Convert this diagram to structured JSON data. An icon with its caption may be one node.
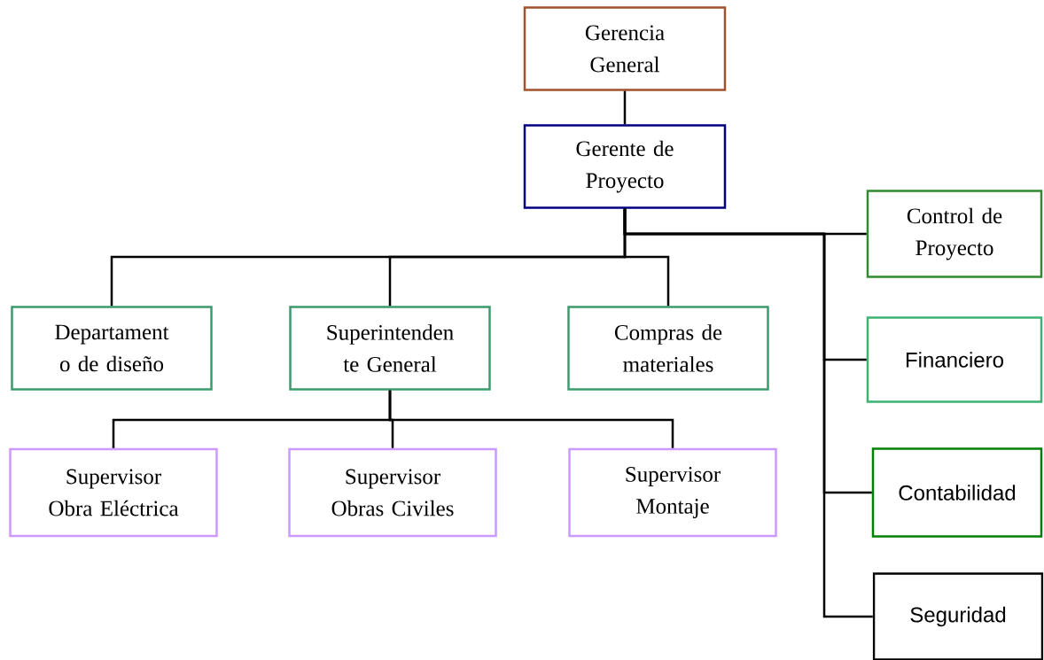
{
  "diagram": {
    "nodes": [
      {
        "text": [
          "Gerencia General"
        ]
      },
      {
        "text": [
          "Gerente de Proyecto"
        ]
      },
      {
        "text": [
          "Departament o de diseño"
        ]
      },
      {
        "text": [
          "Superintenden te General"
        ]
      },
      {
        "text": [
          "Compras de materiales"
        ]
      },
      {
        "text": [
          "Control de Proyecto"
        ]
      },
      {
        "text": [
          "Financiero"
        ]
      },
      {
        "text": [
          "Contabilidad"
        ]
      },
      {
        "text": [
          "Seguridad"
        ]
      },
      {
        "text": [
          "Supervisor Obra Eléctrica"
        ]
      },
      {
        "text": [
          "Supervisor Obras Civiles"
        ]
      },
      {
        "text": [
          "Supervisor Montaje"
        ]
      }
    ],
    "edges": [
      {
        "from": 0,
        "to": 1,
        "arrow": "none"
      },
      {
        "from": 1,
        "to": 2,
        "arrow": "none"
      },
      {
        "from": 1,
        "to": 3,
        "arrow": "none"
      },
      {
        "from": 1,
        "to": 4,
        "arrow": "none"
      },
      {
        "from": 1,
        "to": 5,
        "arrow": "none"
      },
      {
        "from": 1,
        "to": 6,
        "arrow": "none"
      },
      {
        "from": 1,
        "to": 7,
        "arrow": "none"
      },
      {
        "from": 1,
        "to": 8,
        "arrow": "none"
      },
      {
        "from": 3,
        "to": 9,
        "arrow": "none"
      },
      {
        "from": 3,
        "to": 10,
        "arrow": "none"
      },
      {
        "from": 3,
        "to": 11,
        "arrow": "none"
      }
    ]
  }
}
